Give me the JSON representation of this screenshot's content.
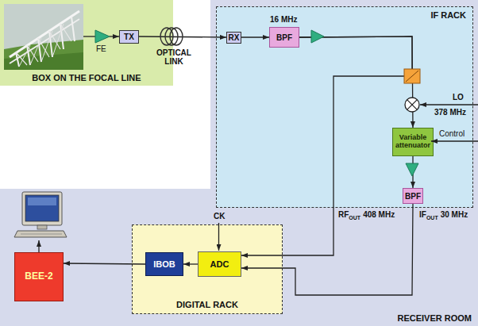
{
  "diagram": {
    "nodes": [
      {
        "text": [
          "BOX ON THE FOCAL LINE"
        ]
      },
      {
        "text": [
          "TX"
        ],
        "in": 0
      },
      {
        "text": [
          "RECEIVER ROOM"
        ]
      },
      {
        "text": [
          "IF RACK"
        ],
        "in": 2
      },
      {
        "text": [
          "RX"
        ],
        "in": 3
      },
      {
        "text": [
          "BPF"
        ],
        "in": 3
      },
      {
        "text": [
          "Variable attenuator"
        ],
        "in": 3
      },
      {
        "text": [
          "BPF"
        ],
        "in": 3
      },
      {
        "text": [
          "DIGITAL RACK"
        ],
        "in": 2
      },
      {
        "text": [
          "ADC"
        ],
        "in": 8
      },
      {
        "text": [
          "IBOB"
        ],
        "in": 8
      },
      {
        "text": [
          "BEE-2"
        ],
        "in": 2
      }
    ],
    "edges": [
      {
        "from": 1,
        "to": 4,
        "arrow": "to"
      },
      {
        "from": 4,
        "to": 5,
        "arrow": "to"
      },
      {
        "from": 5,
        "to": 6,
        "arrow": "to"
      },
      {
        "from": 5,
        "to": 9,
        "arrow": "to"
      },
      {
        "from": 6,
        "to": 7,
        "arrow": "to"
      },
      {
        "from": 7,
        "to": 9,
        "arrow": "to"
      },
      {
        "from": 9,
        "to": 10,
        "arrow": "to"
      },
      {
        "from": 10,
        "to": 11,
        "arrow": "to"
      }
    ],
    "labels": [
      "FE",
      "OPTICAL LINK",
      "16 MHz",
      "LO",
      "378 MHz",
      "Control",
      "RF",
      "OUT",
      "408 MHz",
      "IF",
      "OUT",
      "30 MHz",
      "CK"
    ]
  }
}
